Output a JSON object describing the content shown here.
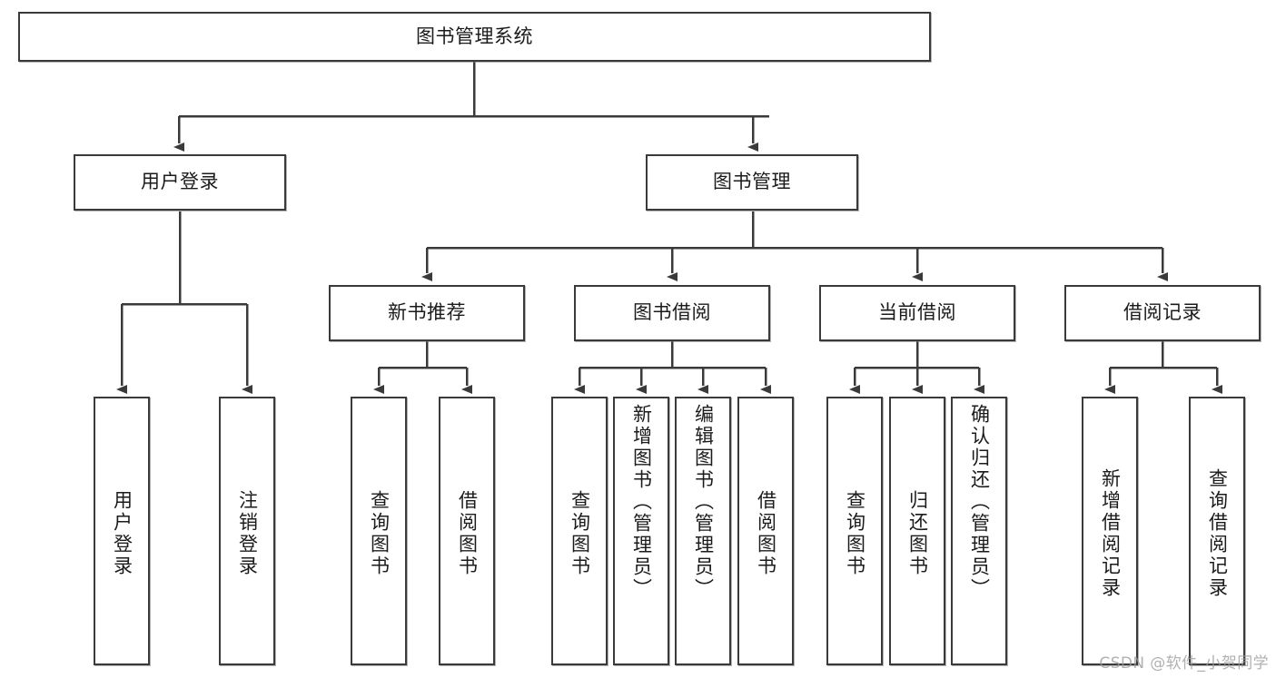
{
  "diagram": {
    "title": "图书管理系统",
    "type": "tree-hierarchy-chart",
    "root": {
      "label": "图书管理系统"
    },
    "level2": [
      {
        "label": "用户登录"
      },
      {
        "label": "图书管理"
      }
    ],
    "level3": [
      {
        "label": "新书推荐"
      },
      {
        "label": "图书借阅"
      },
      {
        "label": "当前借阅"
      },
      {
        "label": "借阅记录"
      }
    ],
    "leaves": {
      "user_login": [
        {
          "label": "用户登录"
        },
        {
          "label": "注销登录"
        }
      ],
      "new_book_recommend": [
        {
          "label": "查询图书"
        },
        {
          "label": "借阅图书"
        }
      ],
      "book_borrow": [
        {
          "label": "查询图书"
        },
        {
          "label": "新增图书（管理员）"
        },
        {
          "label": "编辑图书（管理员）"
        },
        {
          "label": "借阅图书"
        }
      ],
      "current_borrow": [
        {
          "label": "查询图书"
        },
        {
          "label": "归还图书"
        },
        {
          "label": "确认归还（管理员）"
        }
      ],
      "borrow_record": [
        {
          "label": "新增借阅记录"
        },
        {
          "label": "查询借阅记录"
        }
      ]
    }
  },
  "watermark": {
    "text": "CSDN @软件_小贺同学"
  },
  "colors": {
    "box_border": "#3a3a3a",
    "box_fill": "#ffffff",
    "connector": "#3a3a3a",
    "text": "#1b1b1b",
    "watermark": "#9b9b9b",
    "background": "#ffffff"
  }
}
